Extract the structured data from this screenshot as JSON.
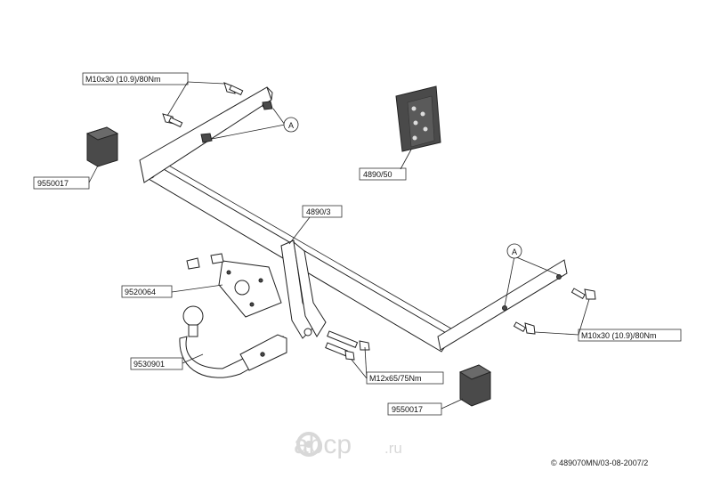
{
  "labels": {
    "bolt_top": "M10x30 (10.9)/80Nm",
    "bolt_right": "M10x30 (10.9)/80Nm",
    "rubber_top": "9550017",
    "rubber_bottom": "9550017",
    "kit": "4890/50",
    "bar": "4890/3",
    "socket_plate": "9520064",
    "ball": "9530901",
    "bolt_bracket": "M12x65/75Nm",
    "detail_a_left": "A",
    "detail_a_right": "A"
  },
  "watermark": {
    "brand": "abcp",
    "tld": ".ru"
  },
  "footer": {
    "copyright": "© 489070MN/03-08-2007/2"
  }
}
